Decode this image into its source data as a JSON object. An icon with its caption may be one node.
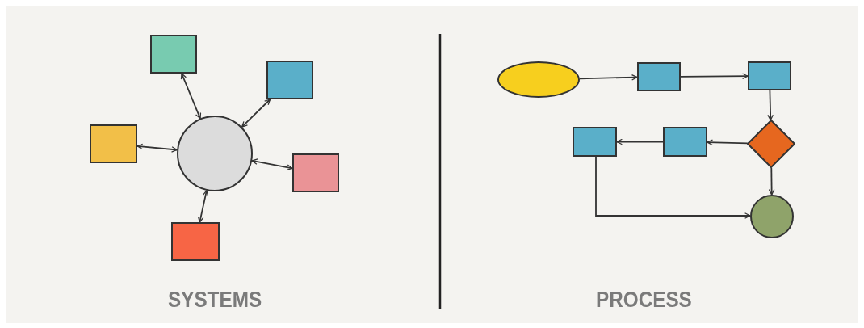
{
  "diagram": {
    "nodes": [
      {
        "text": [],
        "shape": "box"
      },
      {
        "text": [],
        "shape": "box"
      },
      {
        "text": [],
        "shape": "box"
      },
      {
        "text": [],
        "shape": "circle"
      },
      {
        "text": [],
        "shape": "box"
      },
      {
        "text": [],
        "shape": "box"
      },
      {
        "text": [],
        "shape": "ellipse"
      },
      {
        "text": [],
        "shape": "box"
      },
      {
        "text": [],
        "shape": "box"
      },
      {
        "text": [],
        "shape": "box"
      },
      {
        "text": [],
        "shape": "box"
      },
      {
        "text": [],
        "shape": "diamond"
      },
      {
        "text": [],
        "shape": "circle"
      }
    ],
    "edges": [
      {
        "from": 3,
        "to": 0,
        "arrow": "both"
      },
      {
        "from": 3,
        "to": 1,
        "arrow": "both"
      },
      {
        "from": 3,
        "to": 2,
        "arrow": "both"
      },
      {
        "from": 3,
        "to": 4,
        "arrow": "both"
      },
      {
        "from": 3,
        "to": 5,
        "arrow": "both"
      },
      {
        "from": 6,
        "to": 7,
        "arrow": "to"
      },
      {
        "from": 7,
        "to": 8,
        "arrow": "to"
      },
      {
        "from": 8,
        "to": 11,
        "arrow": "to"
      },
      {
        "from": 11,
        "to": 10,
        "arrow": "to"
      },
      {
        "from": 10,
        "to": 9,
        "arrow": "to"
      },
      {
        "from": 11,
        "to": 12,
        "arrow": "to"
      },
      {
        "from": 9,
        "to": 12,
        "arrow": "to"
      }
    ],
    "labels": [
      "SYSTEMS",
      "PROCESS"
    ]
  }
}
